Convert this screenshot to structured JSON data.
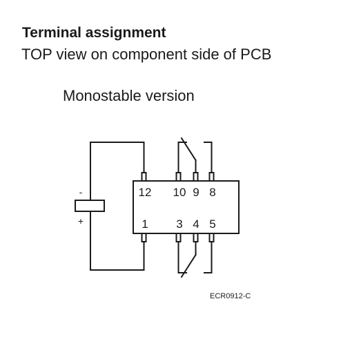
{
  "header": {
    "title": "Terminal assignment",
    "subtitle": "TOP view on component side of PCB"
  },
  "diagram": {
    "version_label": "Monostable version",
    "pins_top": [
      "12",
      "10",
      "9",
      "8"
    ],
    "pins_bottom": [
      "1",
      "3",
      "4",
      "5"
    ],
    "coil_minus": "-",
    "coil_plus": "+",
    "code": "ECR0912-C"
  }
}
